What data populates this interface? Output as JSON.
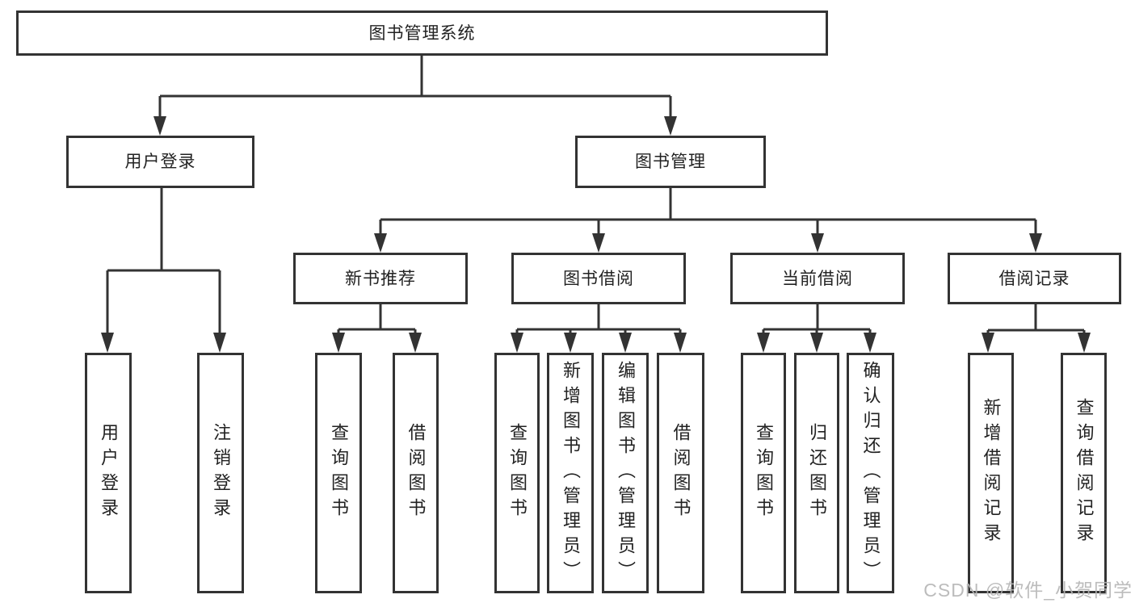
{
  "diagram": {
    "root": {
      "label": "图书管理系统"
    },
    "level2": [
      {
        "label": "用户登录"
      },
      {
        "label": "图书管理"
      }
    ],
    "level3": [
      {
        "label": "新书推荐"
      },
      {
        "label": "图书借阅"
      },
      {
        "label": "当前借阅"
      },
      {
        "label": "借阅记录"
      }
    ],
    "leaves": {
      "user_login": [
        {
          "label": "用户登录"
        },
        {
          "label": "注销登录"
        }
      ],
      "new_book": [
        {
          "label": "查询图书"
        },
        {
          "label": "借阅图书"
        }
      ],
      "book_borrow": [
        {
          "label": "查询图书"
        },
        {
          "label": "新增图书（管理员）"
        },
        {
          "label": "编辑图书（管理员）"
        },
        {
          "label": "借阅图书"
        }
      ],
      "current_borrow": [
        {
          "label": "查询图书"
        },
        {
          "label": "归还图书"
        },
        {
          "label": "确认归还（管理员）"
        }
      ],
      "borrow_record": [
        {
          "label": "新增借阅记录"
        },
        {
          "label": "查询借阅记录"
        }
      ]
    }
  },
  "watermark": {
    "text": "CSDN @软件_小贺同学"
  },
  "colors": {
    "line": "#333333",
    "text": "#222222",
    "background": "#ffffff",
    "watermark": "#b5b5b5"
  }
}
